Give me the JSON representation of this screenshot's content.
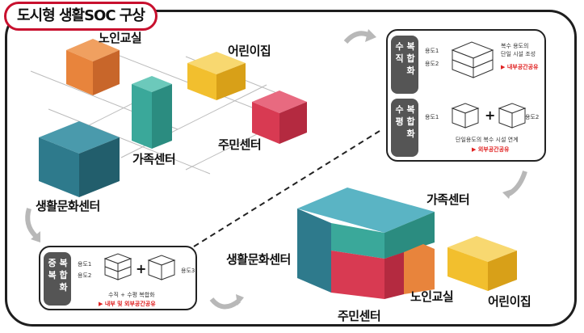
{
  "title": "도시형 생활SOC 구상",
  "labels": {
    "senior_class": "노인교실",
    "daycare": "어린이집",
    "family_center": "가족센터",
    "resident_center": "주민센터",
    "culture_center": "생활문화센터"
  },
  "merged_labels": {
    "family_center": "가족센터",
    "culture_center": "생활문화센터",
    "senior_class": "노인교실",
    "daycare": "어린이집",
    "resident_center": "주민센터"
  },
  "vertical_panel": {
    "tag_a": "수직",
    "tag_b": "복합화",
    "use1": "용도1",
    "use2": "용도2",
    "desc": "복수 용도의\n단일 시설 조성",
    "result": "▶ 내부공간공유"
  },
  "horizontal_panel": {
    "tag_a": "수평",
    "tag_b": "복합화",
    "use1": "용도1",
    "use2": "용도2",
    "desc": "단일용도의 복수 시설 연계",
    "result": "▶ 외부공간공유"
  },
  "mixed_panel": {
    "tag_a": "중복",
    "tag_b": "복합화",
    "use1": "용도1",
    "use2": "용도2",
    "use3": "용도3",
    "desc": "수직 + 수평 복합화",
    "result": "▶ 내부 및 외부공간공유"
  },
  "colors": {
    "orange": "#e8843c",
    "teal": "#3aa89a",
    "yellow": "#f2bf2e",
    "red": "#d83a52",
    "blue": "#2e7a8c",
    "frame": "#1e1e1e",
    "title_border": "#c8102e"
  }
}
